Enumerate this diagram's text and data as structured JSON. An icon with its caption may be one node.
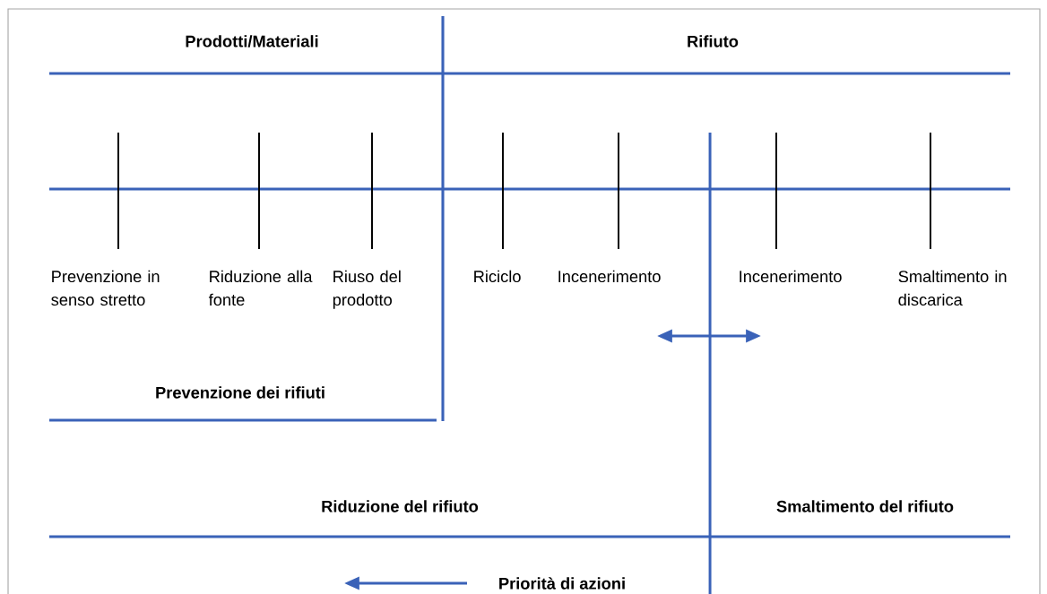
{
  "diagram": {
    "labels": [
      "Prodotti/Materiali",
      "Rifiuto",
      "Prevenzione in senso stretto",
      "Riduzione alla fonte",
      "Riuso del prodotto",
      "Riciclo",
      "Incenerimento",
      "Incenerimento",
      "Smaltimento in discarica",
      "Prevenzione dei rifiuti",
      "Riduzione del rifiuto",
      "Smaltimento del rifiuto",
      "Priorità di azioni"
    ]
  }
}
